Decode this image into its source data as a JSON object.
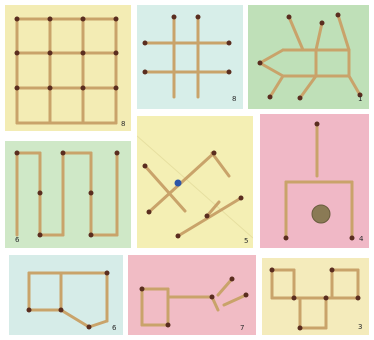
{
  "puzzles": [
    {
      "id": "p1",
      "label": "8",
      "bg": "#f3ecb4"
    },
    {
      "id": "p2",
      "label": "8",
      "bg": "#d7eee9"
    },
    {
      "id": "p3",
      "label": "1",
      "bg": "#bfe0b8"
    },
    {
      "id": "p4",
      "label": "6",
      "bg": "#cfe8c7"
    },
    {
      "id": "p5",
      "label": "5",
      "bg": "#f4efb4"
    },
    {
      "id": "p6",
      "label": "4",
      "bg": "#f0b8c6"
    },
    {
      "id": "p7",
      "label": "6",
      "bg": "#d6ece8"
    },
    {
      "id": "p8",
      "label": "7",
      "bg": "#f1bcc5"
    },
    {
      "id": "p9",
      "label": "3",
      "bg": "#f4ebbb"
    }
  ],
  "colors": {
    "matchstick": "#c9a36a",
    "match_head": "#5a2d1f",
    "coin": "#8a7a55"
  }
}
